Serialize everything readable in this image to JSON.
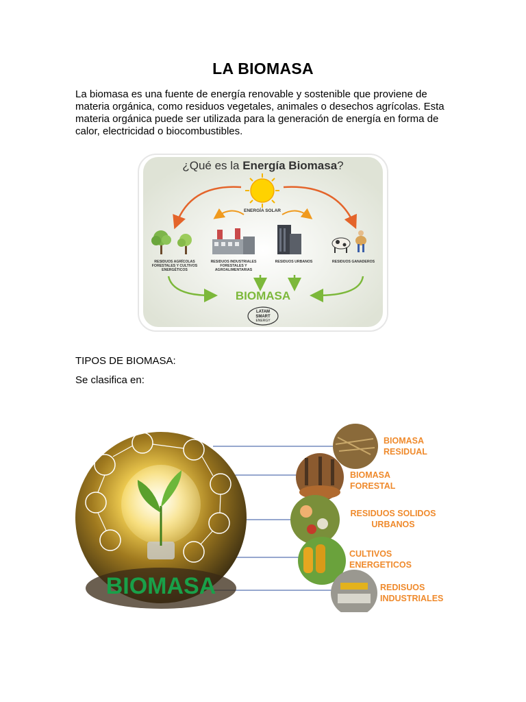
{
  "document": {
    "title": "LA BIOMASA",
    "intro": "La biomasa es una fuente de energía renovable y sostenible que proviene de materia orgánica, como residuos vegetales, animales o desechos agrícolas. Esta materia orgánica puede ser utilizada para la generación de energía en forma de calor, electricidad o biocombustibles.",
    "types_heading": "TIPOS DE BIOMASA:",
    "classification_intro": "Se clasifica en:"
  },
  "figure1": {
    "heading_pre": "¿Qué es la ",
    "heading_bold": "Energía Biomasa",
    "heading_post": "?",
    "sun_label": "ENERGÍA SOLAR",
    "sources": [
      {
        "line1": "RESIDUOS AGRÍCOLAS",
        "line2": "FORESTALES Y CULTIVOS",
        "line3": "ENERGÉTICOS"
      },
      {
        "line1": "RESIDUOS INDUSTRIALES",
        "line2": "FORESTALES Y",
        "line3": "AGROALIMENTARIAS"
      },
      {
        "line1": "RESIDUOS URBANOS",
        "line2": "",
        "line3": ""
      },
      {
        "line1": "RESIDUOS GANADEROS",
        "line2": "",
        "line3": ""
      }
    ],
    "result": "BIOMASA",
    "logo_line1": "LATAM",
    "logo_line2": "SMART",
    "logo_line3": "ENERGY"
  },
  "figure2": {
    "circle_word": "BIOMASA",
    "types": [
      {
        "line1": "BIOMASA",
        "line2": "RESIDUAL"
      },
      {
        "line1": "BIOMASA",
        "line2": "FORESTAL"
      },
      {
        "line1": "RESIDUOS SOLIDOS",
        "line2": "URBANOS"
      },
      {
        "line1": "CULTIVOS",
        "line2": "ENERGETICOS"
      },
      {
        "line1": "REDISUOS",
        "line2": "INDUSTRIALES"
      }
    ]
  },
  "colors": {
    "arrow_orange": "#e4642a",
    "arrow_green": "#7cb83a",
    "biomasa_green": "#7cb83a",
    "label_orange": "#ef8a2c",
    "connector_blue": "#2e4f9c",
    "circle_word_green": "#19a049"
  },
  "icons": [
    "sun-icon",
    "tree-icon",
    "factory-icon",
    "building-icon",
    "cow-icon",
    "lightbulb-icon",
    "sprout-icon",
    "solar-panel-icon",
    "leaf-icon",
    "fuel-pump-icon",
    "recycle-icon",
    "water-drop-icon",
    "battery-icon"
  ]
}
